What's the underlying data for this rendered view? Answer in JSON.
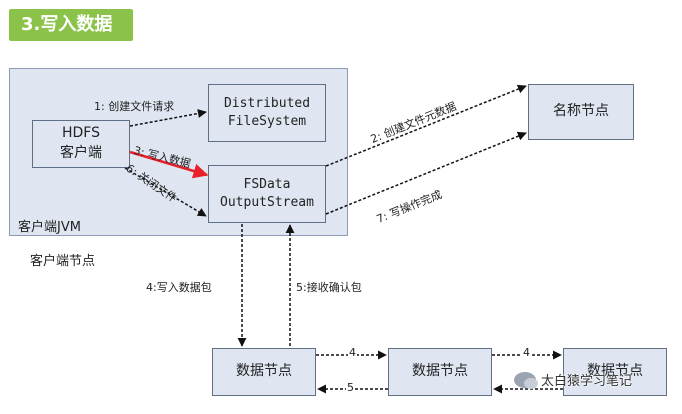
{
  "title": "3.写入数据",
  "jvm_panel": {
    "label": "客户端JVM",
    "node_caption": "客户端节点"
  },
  "nodes": {
    "client": [
      "HDFS",
      "客户端"
    ],
    "dfs": [
      "Distributed",
      "FileSystem"
    ],
    "stream": [
      "FSData",
      "OutputStream"
    ],
    "namenode": "名称节点",
    "datanode1": "数据节点",
    "datanode2": "数据节点",
    "datanode3": "数据节点"
  },
  "steps": {
    "s1": "1: 创建文件请求",
    "s2": "2: 创建文件元数据",
    "s3": "3: 写入数据",
    "s4": "4:写入数据包",
    "s5": "5:接收确认包",
    "s6": "6: 关闭文件",
    "s7": "7: 写操作完成",
    "pipe_a": "4",
    "pipe_b": "5",
    "pipe_c": "4"
  },
  "watermark": "太白猿学习笔记",
  "colors": {
    "badge": "#8bc34a",
    "box_fill": "#dfe6f2",
    "highlight_arrow": "#e8202a"
  }
}
